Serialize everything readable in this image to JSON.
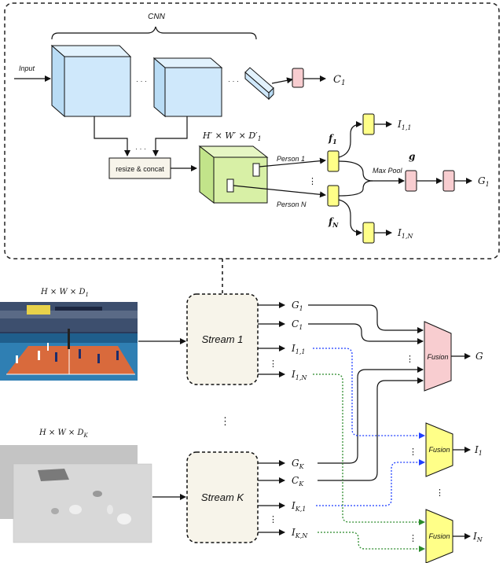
{
  "cnn": {
    "title": "CNN",
    "input_label": "Input",
    "dots": "· · ·",
    "c1_label": "C",
    "c1_sub": "1",
    "resize_label": "resize & concat",
    "feature_dims": "H′ × W′ × D′",
    "feature_dims_sub": "1",
    "person1": "Person 1",
    "personN": "Person N",
    "f1": "f",
    "f1_sub": "1",
    "fN": "f",
    "fN_sub": "N",
    "g_label": "g",
    "maxpool": "Max Pool",
    "I11": "I",
    "I11_sub": "1,1",
    "I1N": "I",
    "I1N_sub": "1,N",
    "G1": "G",
    "G1_sub": "1"
  },
  "streams": {
    "stream1_label": "Stream 1",
    "streamK_label": "Stream K",
    "img1_dims": "H × W × D",
    "img1_dims_sub": "1",
    "imgK_dims": "H × W × D",
    "imgK_dims_sub": "K",
    "vdots": "⋮",
    "s1_outputs": [
      {
        "main": "G",
        "sub": "1"
      },
      {
        "main": "C",
        "sub": "1"
      },
      {
        "main": "I",
        "sub": "1,1"
      },
      {
        "main": "I",
        "sub": "1,N"
      }
    ],
    "sK_outputs": [
      {
        "main": "G",
        "sub": "K"
      },
      {
        "main": "C",
        "sub": "K"
      },
      {
        "main": "I",
        "sub": "K,1"
      },
      {
        "main": "I",
        "sub": "K,N"
      }
    ]
  },
  "fusion": {
    "label": "Fusion",
    "out_G": "G",
    "out_I1": "I",
    "out_I1_sub": "1",
    "out_IN": "I",
    "out_IN_sub": "N"
  },
  "colors": {
    "cube_blue": "#cfe8fb",
    "feature_green": "#d8f0a6",
    "yellow": "#ffff88",
    "pink": "#f8cdd0",
    "stream_fill": "#f7f4ea",
    "blue_dotted": "#1f3fff",
    "green_dotted": "#2a8a2a"
  }
}
